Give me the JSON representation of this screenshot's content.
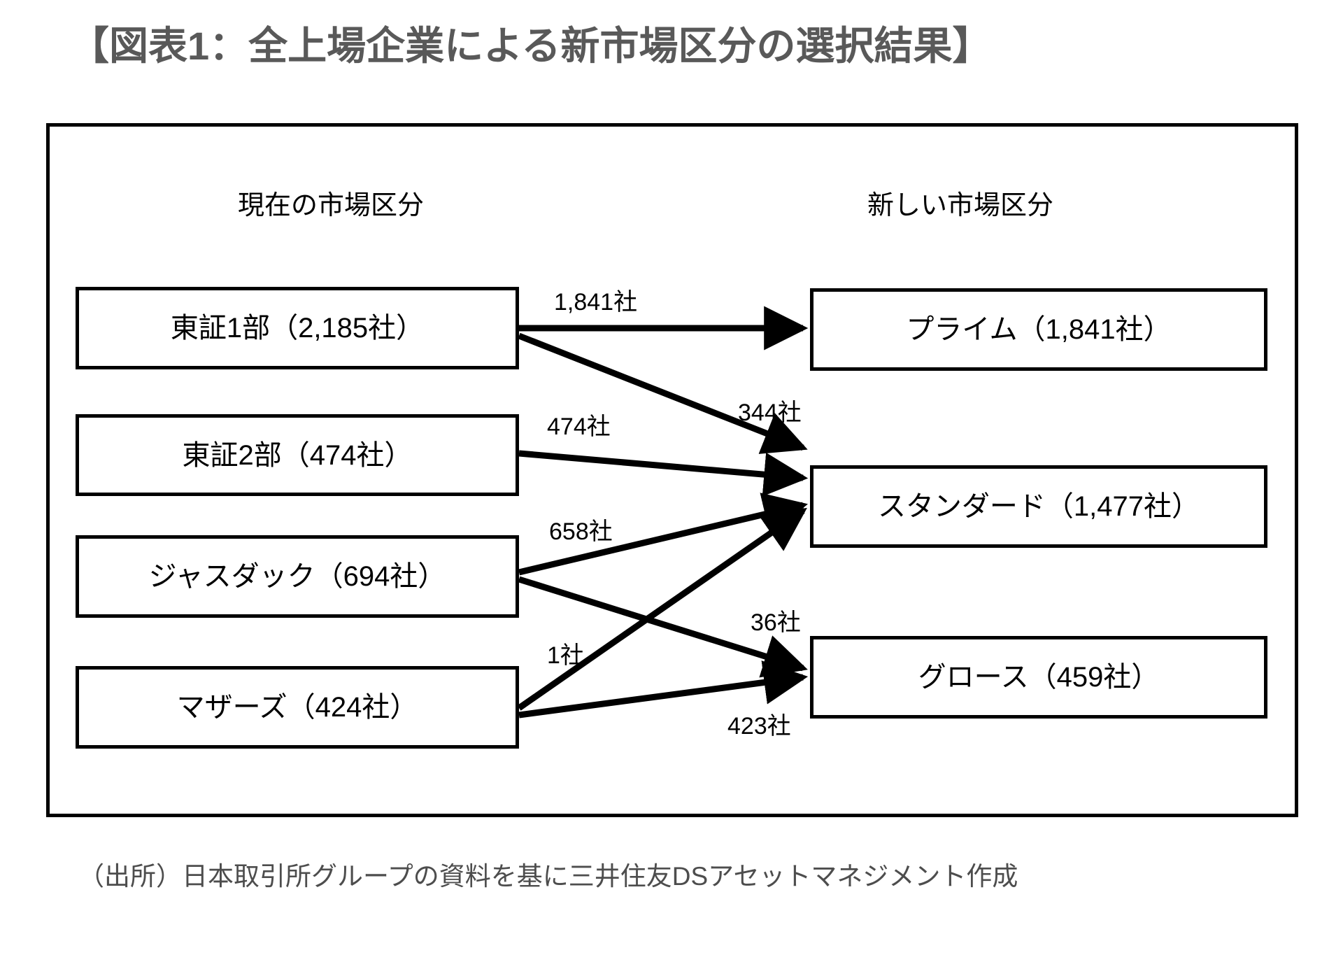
{
  "title": "【図表1：全上場企業による新市場区分の選択結果】",
  "headers": {
    "current": "現在の市場区分",
    "new": "新しい市場区分"
  },
  "colors": {
    "title_text": "#595959",
    "box_border": "#000000",
    "frame_border": "#000000",
    "arrow": "#000000",
    "body_text": "#000000",
    "source_text": "#4d4d4d",
    "background": "#ffffff"
  },
  "source_note": "（出所）日本取引所グループの資料を基に三井住友DSアセットマネジメント作成",
  "chart_data": {
    "type": "diagram",
    "title": "【図表1：全上場企業による新市場区分の選択結果】",
    "subtype": "sankey-flow",
    "left_column_title": "現在の市場区分",
    "right_column_title": "新しい市場区分",
    "nodes_left": [
      {
        "id": "tse1",
        "label": "東証1部（2,185社）",
        "name": "東証1部",
        "count": 2185
      },
      {
        "id": "tse2",
        "label": "東証2部（474社）",
        "name": "東証2部",
        "count": 474
      },
      {
        "id": "jasdaq",
        "label": "ジャスダック（694社）",
        "name": "ジャスダック",
        "count": 694
      },
      {
        "id": "mothers",
        "label": "マザーズ（424社）",
        "name": "マザーズ",
        "count": 424
      }
    ],
    "nodes_right": [
      {
        "id": "prime",
        "label": "プライム（1,841社）",
        "name": "プライム",
        "count": 1841
      },
      {
        "id": "standard",
        "label": "スタンダード（1,477社）",
        "name": "スタンダード",
        "count": 1477
      },
      {
        "id": "growth",
        "label": "グロース（459社）",
        "name": "グロース",
        "count": 459
      }
    ],
    "edges": [
      {
        "id": "e1",
        "from": "tse1",
        "to": "prime",
        "label": "1,841社",
        "value": 1841
      },
      {
        "id": "e2",
        "from": "tse1",
        "to": "standard",
        "label": "344社",
        "value": 344
      },
      {
        "id": "e3",
        "from": "tse2",
        "to": "standard",
        "label": "474社",
        "value": 474
      },
      {
        "id": "e4",
        "from": "jasdaq",
        "to": "standard",
        "label": "658社",
        "value": 658
      },
      {
        "id": "e5",
        "from": "jasdaq",
        "to": "growth",
        "label": "36社",
        "value": 36
      },
      {
        "id": "e6",
        "from": "mothers",
        "to": "standard",
        "label": "1社",
        "value": 1
      },
      {
        "id": "e7",
        "from": "mothers",
        "to": "growth",
        "label": "423社",
        "value": 423
      }
    ],
    "edge_labels_display": {
      "e1": "1,841社",
      "e2": "344社",
      "e3": "474社",
      "e4": "658社",
      "e5": "36社",
      "e6": "1社",
      "e7": "423社"
    }
  }
}
